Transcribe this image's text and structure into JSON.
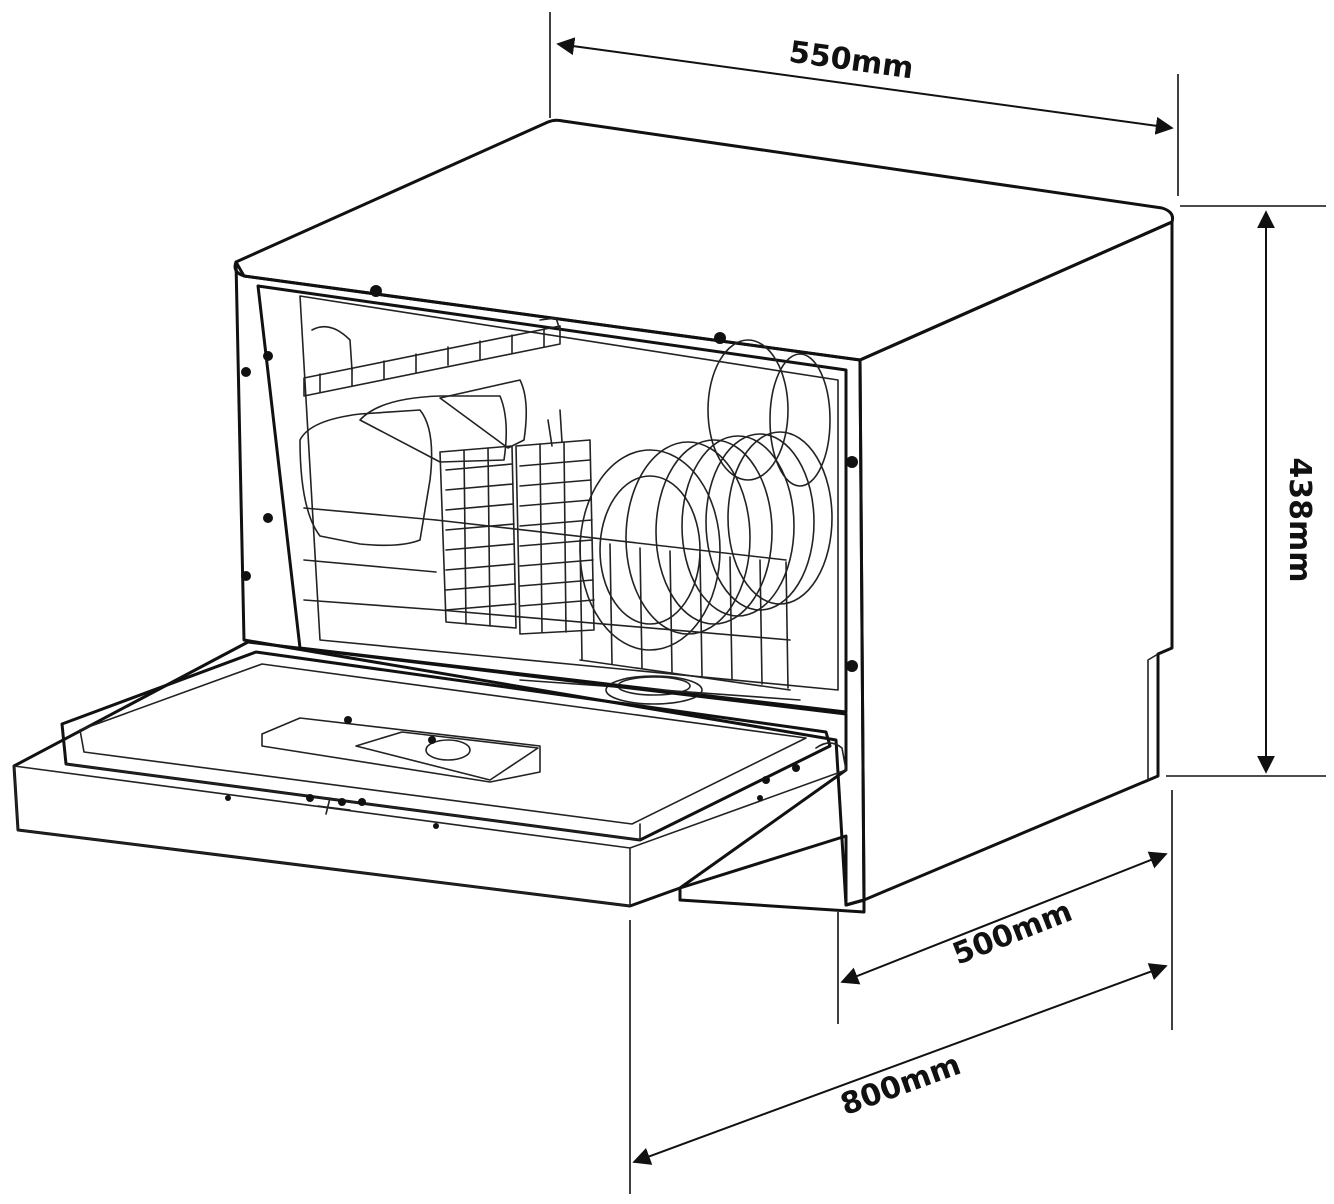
{
  "dimensions": {
    "width": "550mm",
    "height": "438mm",
    "depth": "500mm",
    "depth_door_open": "800mm"
  },
  "colors": {
    "line": "#111111",
    "side_panel_light": "#d8d8d8",
    "side_panel_dark": "#8a8a8a",
    "interior_light": "#f0f0f0",
    "interior_dark": "#9a9a9a"
  }
}
